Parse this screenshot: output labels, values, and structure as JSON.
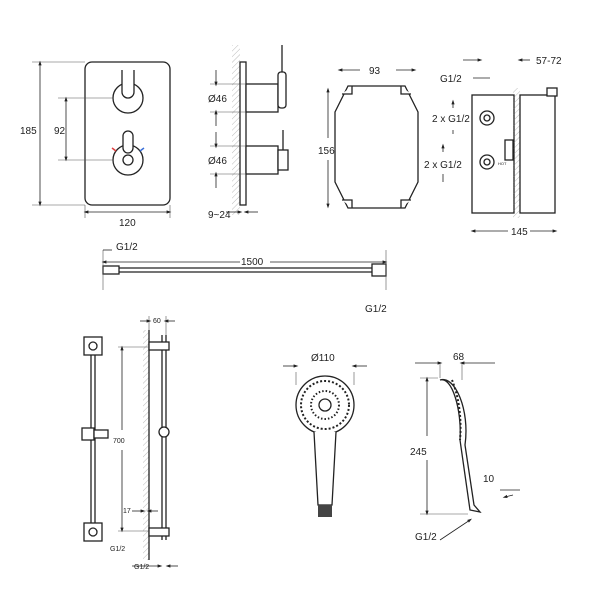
{
  "colors": {
    "line": "#222222",
    "hot": "#e04040",
    "cold": "#3a6fd8"
  },
  "valve": {
    "height": "185",
    "spacing": "92",
    "width": "120"
  },
  "valve_side": {
    "dia_top": "Ø46",
    "dia_bottom": "Ø46",
    "depth": "9~24"
  },
  "box_front": {
    "width": "93",
    "height": "156"
  },
  "box_side": {
    "top_inlet": "G1/2",
    "mid_inlet": "2 x G1/2",
    "low_inlet": "2 x G1/2",
    "depth": "57-72",
    "width": "145",
    "hot_label": "HOT"
  },
  "hose": {
    "left_thread": "G1/2",
    "length": "1500",
    "right_thread": "G1/2"
  },
  "rail": {
    "offset": "60",
    "length": "700",
    "wall": "17",
    "inlet": "G1/2",
    "outlet": "G1/2"
  },
  "handshower": {
    "diameter": "Ø110",
    "head_depth": "68",
    "length": "245",
    "neck": "10",
    "thread": "G1/2"
  }
}
